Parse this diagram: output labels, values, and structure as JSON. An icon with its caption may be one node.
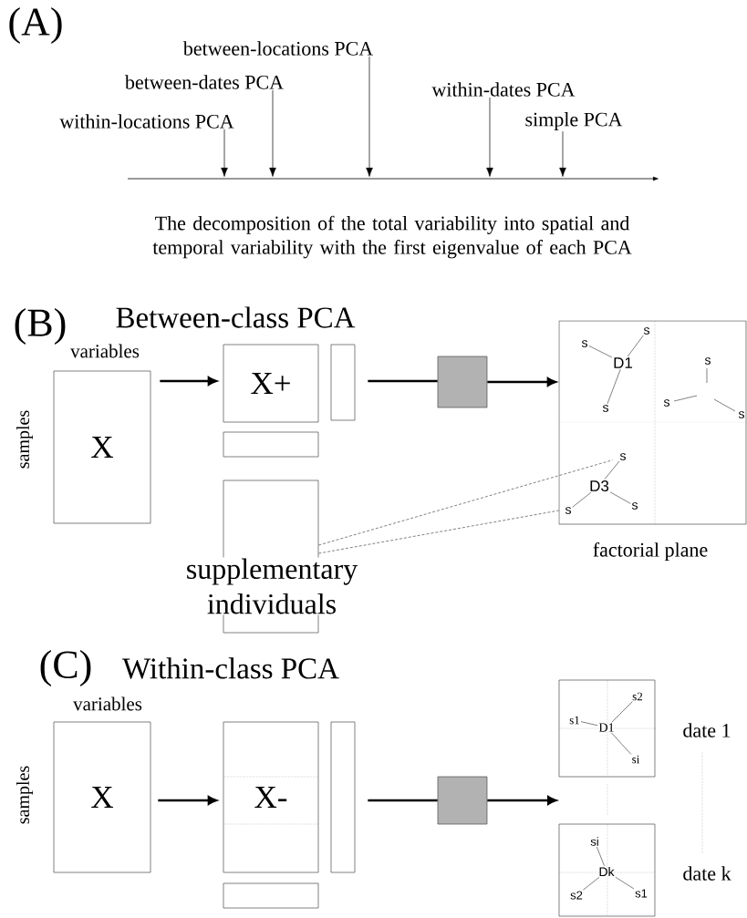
{
  "diagram": {
    "nodes": [
      {
        "text": [
          "between-locations PCA"
        ]
      },
      {
        "text": [
          "between-dates PCA"
        ]
      },
      {
        "text": [
          "within-dates PCA"
        ]
      },
      {
        "text": [
          "within-locations PCA"
        ]
      },
      {
        "text": [
          "simple PCA"
        ]
      },
      {
        "text": [
          "X"
        ],
        "beside": [
          "variables"
        ]
      },
      {
        "text": [
          "X+"
        ]
      },
      {
        "text": [],
        "shape": "box"
      },
      {
        "text": [],
        "shape": "box"
      },
      {
        "text": [
          "supplementary individuals"
        ]
      },
      {
        "text": [],
        "shape": "box"
      },
      {
        "text": [],
        "shape": "box",
        "beside": [
          "factorial plane"
        ]
      },
      {
        "text": [
          "X"
        ],
        "beside": [
          "variables"
        ]
      },
      {
        "text": [
          "X-"
        ]
      },
      {
        "text": [],
        "shape": "box"
      },
      {
        "text": [],
        "shape": "box"
      },
      {
        "text": [],
        "shape": "box"
      },
      {
        "text": [],
        "shape": "box",
        "beside": [
          "date 1"
        ]
      },
      {
        "text": [],
        "shape": "box",
        "beside": [
          "date k"
        ]
      }
    ],
    "edges": [
      {
        "from": 0,
        "to": null,
        "arrow": "to"
      },
      {
        "from": 1,
        "to": null,
        "arrow": "to"
      },
      {
        "from": 2,
        "to": null,
        "arrow": "to"
      },
      {
        "from": 3,
        "to": null,
        "arrow": "to"
      },
      {
        "from": 4,
        "to": null,
        "arrow": "to"
      },
      {
        "from": 5,
        "to": 6,
        "arrow": "to",
        "style": "thick"
      },
      {
        "from": 7,
        "to": 10,
        "arrow": "none",
        "style": "thick"
      },
      {
        "from": 10,
        "to": 11,
        "arrow": "to",
        "style": "thick"
      },
      {
        "from": 9,
        "to": 11,
        "arrow": "none",
        "style": "dashed"
      },
      {
        "from": 9,
        "to": 11,
        "arrow": "none",
        "style": "dashed"
      },
      {
        "from": 12,
        "to": 13,
        "arrow": "to",
        "style": "thick"
      },
      {
        "from": 14,
        "to": 16,
        "arrow": "none",
        "style": "thick"
      },
      {
        "from": 16,
        "to": null,
        "arrow": "to",
        "style": "thick"
      }
    ],
    "labels": [
      "(A)",
      "The decomposition of the total variability into spatial and temporal variability with the first eigenvalue of each PCA",
      "(B)",
      "Between-class PCA",
      "samples",
      "s",
      "s",
      "D1",
      "s",
      "s",
      "s",
      "s",
      "s",
      "D3",
      "s",
      "s",
      "(C)",
      "Within-class PCA",
      "samples",
      "s2",
      "s1",
      "D1",
      "si",
      "si",
      "Dk",
      "s1",
      "s2"
    ]
  }
}
